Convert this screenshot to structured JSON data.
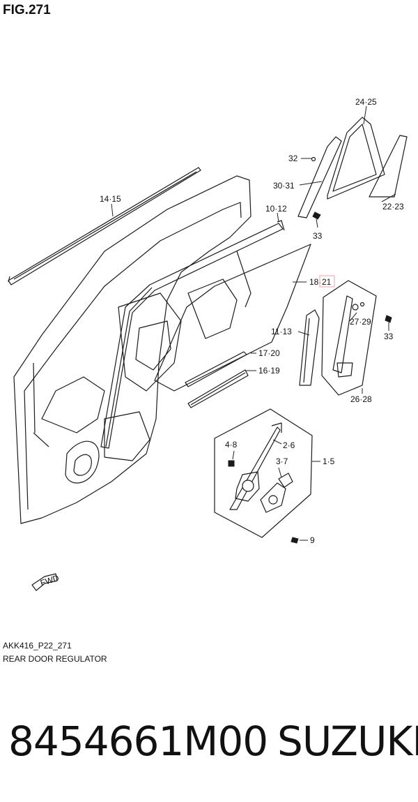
{
  "figure": {
    "title": "FIG.271",
    "code": "AKK416_P22_271",
    "name": "REAR DOOR REGULATOR"
  },
  "callouts": {
    "c24_25": "24·25",
    "c32": "32",
    "c30_31": "30·31",
    "c22_23": "22·23",
    "c14_15": "14·15",
    "c10_12": "10·12",
    "c33a": "33",
    "c18": "18·",
    "c21": "21",
    "c27_29": "27·29",
    "c33b": "33",
    "c11_13": "11·13",
    "c17_20": "17·20",
    "c16_19": "16·19",
    "c26_28": "26·28",
    "c4_8": "4·8",
    "c2_6": "2·6",
    "c3_7": "3·7",
    "c1_5": "1·5",
    "c9": "9",
    "fwd": "FWD"
  },
  "highlight_color": "#e8a0a8",
  "listing": {
    "part_number": "8454661M00",
    "brand": "SUZUKI"
  }
}
